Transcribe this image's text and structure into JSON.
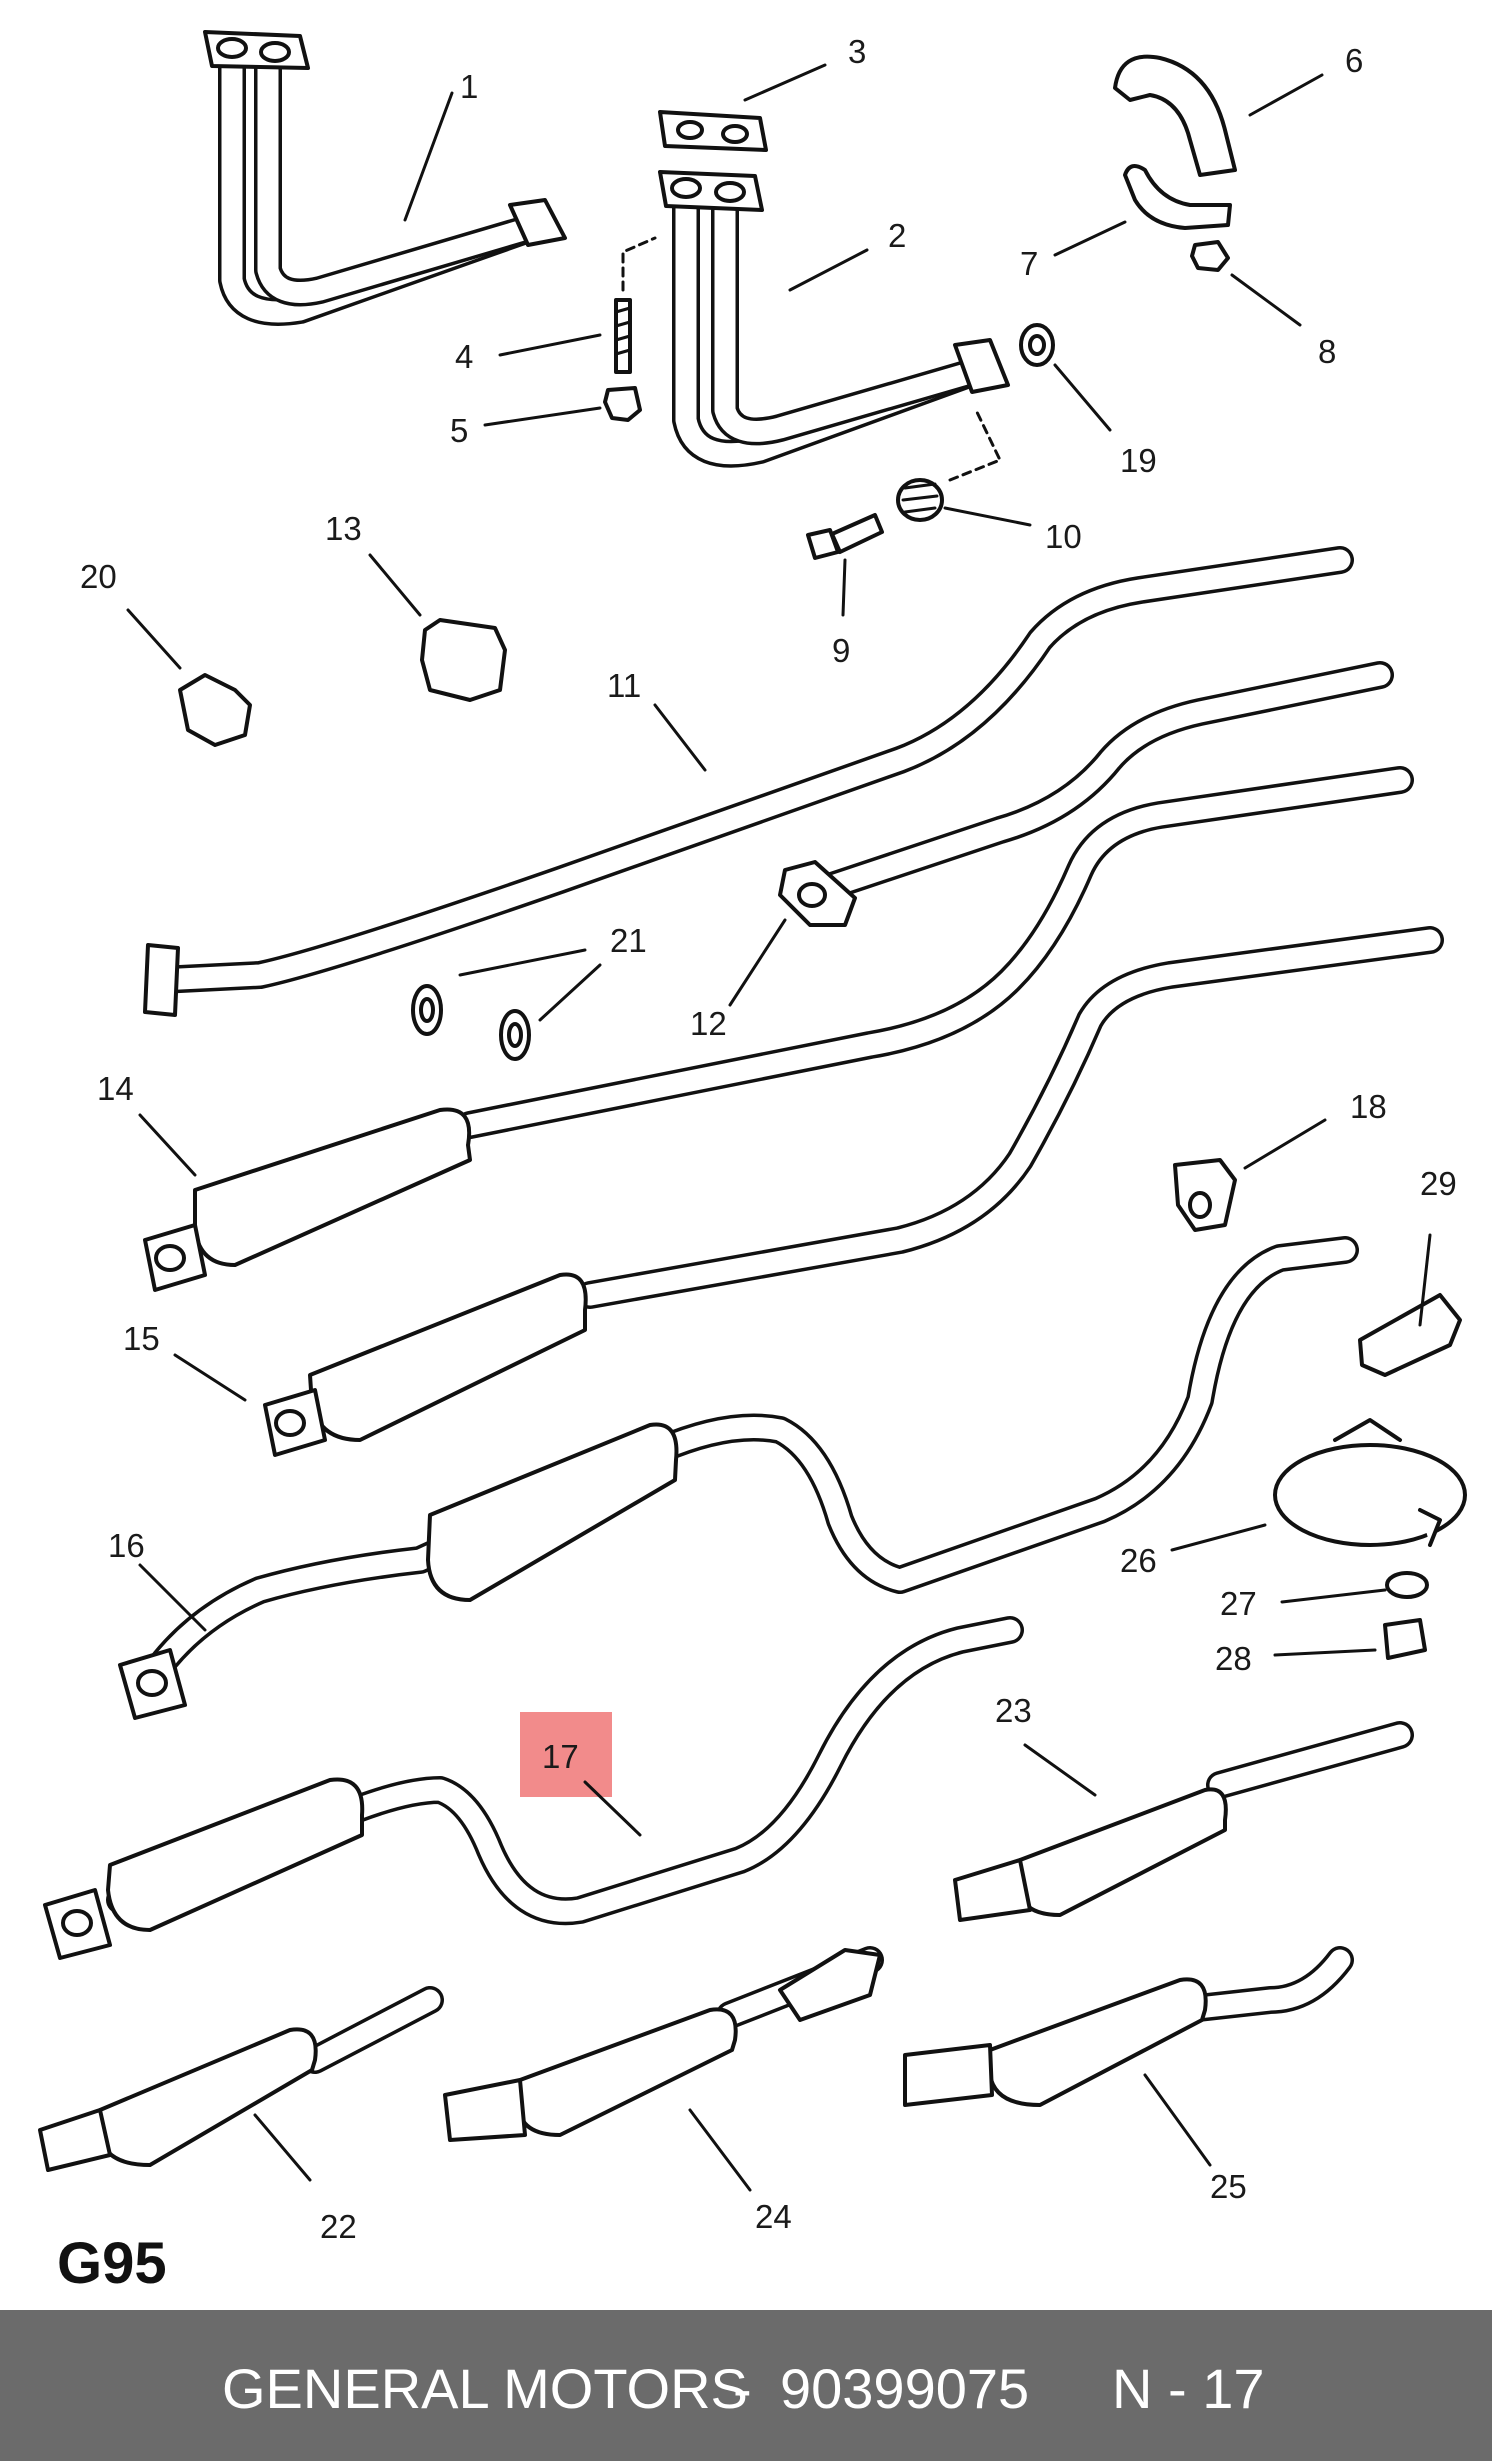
{
  "diagram_code": "G95",
  "highlight_color": "#f28b8b",
  "highlighted_callout": "17",
  "callouts": [
    "1",
    "2",
    "3",
    "4",
    "5",
    "6",
    "7",
    "8",
    "9",
    "10",
    "11",
    "12",
    "13",
    "14",
    "15",
    "16",
    "17",
    "18",
    "19",
    "20",
    "21",
    "22",
    "23",
    "24",
    "25",
    "26",
    "27",
    "28",
    "29"
  ],
  "footer": {
    "brand": "GENERAL MOTORS",
    "separator": "-",
    "part_number": "90399075",
    "position_ref": "N - 17"
  }
}
